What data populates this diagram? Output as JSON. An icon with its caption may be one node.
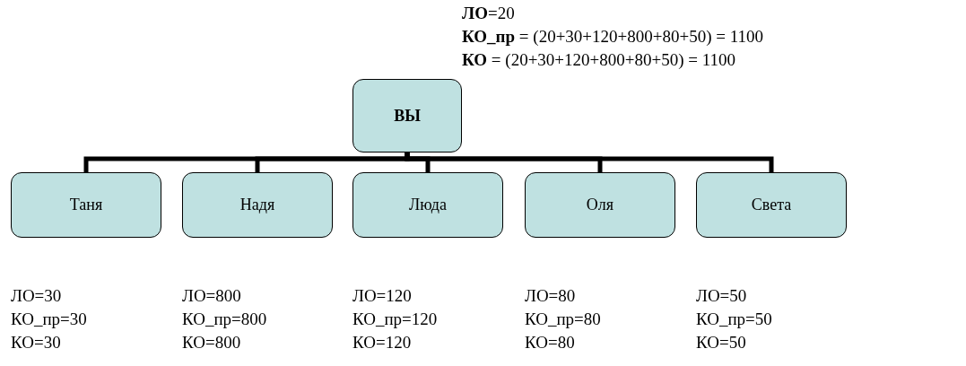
{
  "diagram": {
    "nodes": [
      {
        "text": [
          "ВЫ"
        ],
        "beside": [
          "**ЛО**=20",
          "**КО_пр** = (20+30+120+800+80+50) = 1100",
          "**КО** = (20+30+120+800+80+50) = 1100"
        ]
      },
      {
        "text": [
          "Таня"
        ],
        "beside": [
          "ЛО=30",
          "КО_пр=30",
          "КО=30"
        ]
      },
      {
        "text": [
          "Надя"
        ],
        "beside": [
          "ЛО=800",
          "КО_пр=800",
          "КО=800"
        ]
      },
      {
        "text": [
          "Люда"
        ],
        "beside": [
          "ЛО=120",
          "КО_пр=120",
          "КО=120"
        ]
      },
      {
        "text": [
          "Оля"
        ],
        "beside": [
          "ЛО=80",
          "КО_пр=80",
          "КО=80"
        ]
      },
      {
        "text": [
          "Света"
        ],
        "beside": [
          "ЛО=50",
          "КО_пр=50",
          "КО=50"
        ]
      }
    ],
    "edges": [
      {
        "from": 0,
        "to": 1,
        "arrow": "none"
      },
      {
        "from": 0,
        "to": 2,
        "arrow": "none"
      },
      {
        "from": 0,
        "to": 3,
        "arrow": "none"
      },
      {
        "from": 0,
        "to": 4,
        "arrow": "none"
      },
      {
        "from": 0,
        "to": 5,
        "arrow": "none"
      }
    ]
  }
}
